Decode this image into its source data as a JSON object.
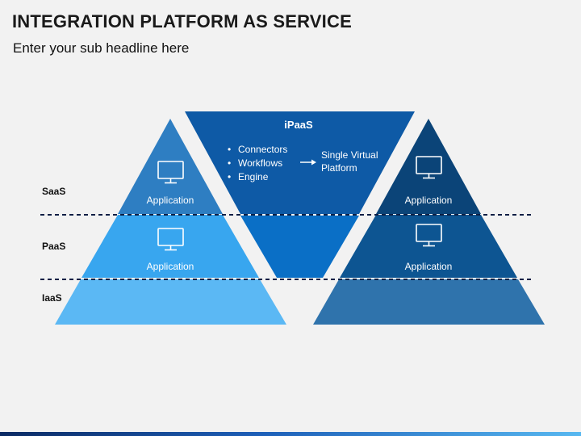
{
  "header": {
    "title": "INTEGRATION PLATFORM AS SERVICE",
    "subtitle": "Enter your sub headline here"
  },
  "layers": [
    "SaaS",
    "PaaS",
    "IaaS"
  ],
  "left_pyramid": {
    "top_label": "Application",
    "middle_label": "Application"
  },
  "ipaas": {
    "title": "iPaaS",
    "items": [
      "Connectors",
      "Workflows",
      "Engine"
    ],
    "result": "Single Virtual Platform"
  },
  "right_pyramid": {
    "top_label": "Application",
    "middle_label": "Application"
  },
  "colors": {
    "left_top": "#2e7ec2",
    "left_mid": "#38a6ef",
    "left_bottom": "#5bb8f4",
    "ipaas_top": "#0e5aa6",
    "ipaas_bottom": "#0a6fc6",
    "right_top": "#0b4478",
    "right_mid": "#0d5592",
    "right_bottom": "#2f73ac"
  },
  "icons": [
    "monitor-icon",
    "arrow-right-icon"
  ]
}
